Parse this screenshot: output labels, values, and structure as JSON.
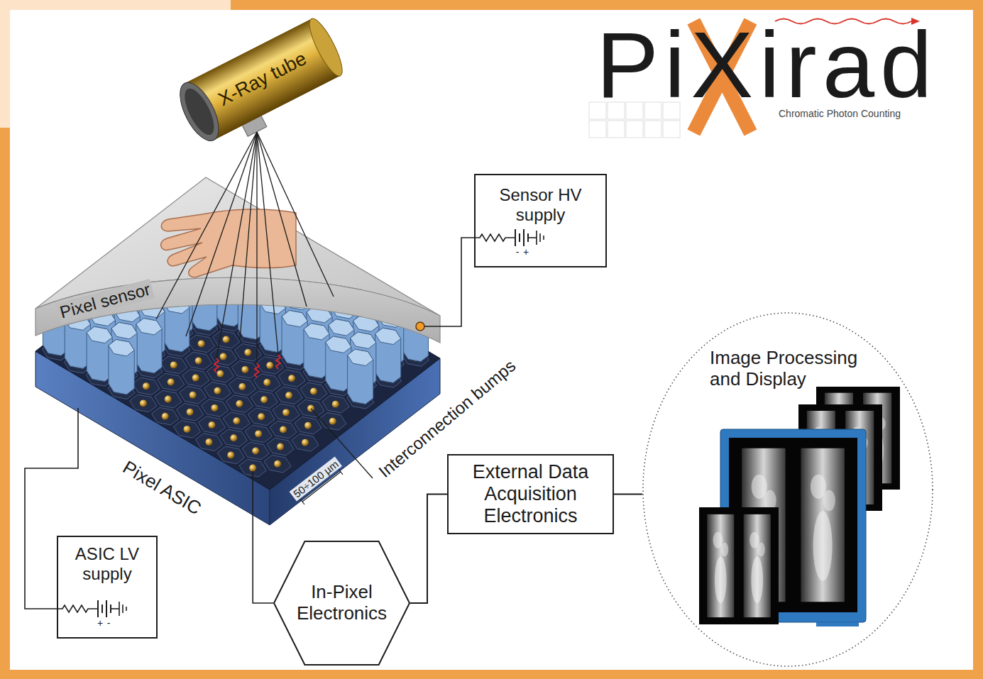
{
  "diagram": {
    "title": "PiXirad",
    "nodes": [
      {
        "text": [
          "X-Ray tube"
        ]
      },
      {
        "text": [
          "Sensor HV supply"
        ]
      },
      {
        "text": [
          "Image Processing and Display"
        ]
      },
      {
        "text": [
          "External Data Acquisition Electronics"
        ]
      },
      {
        "text": [
          "ASIC LV supply"
        ]
      },
      {
        "text": [
          "In-Pixel Electronics"
        ]
      }
    ],
    "edges": [
      {
        "from": 5,
        "to": 3,
        "arrow": "none"
      },
      {
        "from": 3,
        "to": 2,
        "arrow": "none"
      }
    ],
    "labels": [
      "Chromatic Photon Counting",
      "-",
      "+",
      "Pixel sensor",
      "Interconnection bumps",
      "Pixel ASIC",
      "50÷100 µm",
      "+",
      "-"
    ]
  }
}
